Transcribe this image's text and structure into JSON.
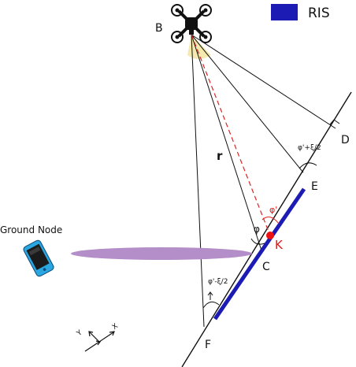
{
  "legend": {
    "label": "RIS",
    "color": "#1c1cb4"
  },
  "points": {
    "B": "B",
    "C": "C",
    "D": "D",
    "E": "E",
    "F": "F",
    "K": "K"
  },
  "labels": {
    "ground_node": "Ground Node",
    "r": "r",
    "phi": "φ",
    "phi_prime": "φ'",
    "angle_d": "φ'+ξ/2",
    "angle_f": "φ'-ξ/2",
    "axis_x": "X",
    "axis_y": "Y"
  },
  "colors": {
    "ris": "#1c1cb4",
    "reflection_point": "#ee1111",
    "dashed_line": "#dd2222",
    "beam_cone": "#f4eab0",
    "ground_ellipse": "#b48ec8",
    "lines": "#111111"
  },
  "icons": {
    "drone": "quadcopter-icon",
    "phone": "smartphone-icon"
  }
}
